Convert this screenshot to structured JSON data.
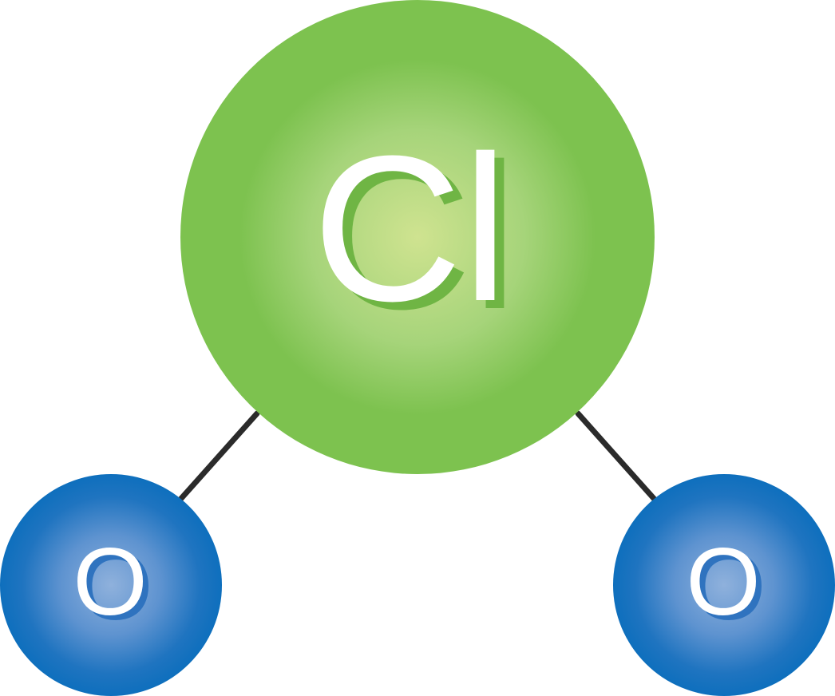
{
  "molecule": {
    "central_atom": {
      "symbol": "Cl",
      "color": "#7dc24f",
      "highlight": "#cfe390",
      "shadow_color": "#6fb544"
    },
    "outer_atoms": [
      {
        "symbol": "O",
        "color": "#0e6fbd",
        "highlight": "#8fb1dc",
        "shadow_color": "#2f73bf"
      },
      {
        "symbol": "O",
        "color": "#0e6fbd",
        "highlight": "#8fb1dc",
        "shadow_color": "#2f73bf"
      }
    ],
    "bond_color": "#2b2b2b"
  }
}
